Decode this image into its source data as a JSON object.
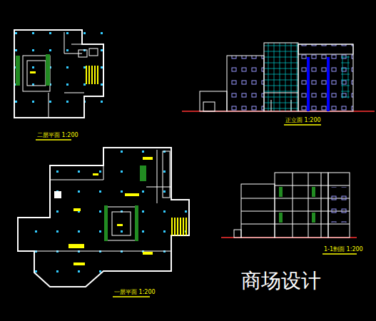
{
  "diagram": {
    "title": "商场设计",
    "labels": [
      "二层平面 1:200",
      "正立面 1:200",
      "1-1剖面 1:200",
      "一层平面 1:200"
    ]
  }
}
